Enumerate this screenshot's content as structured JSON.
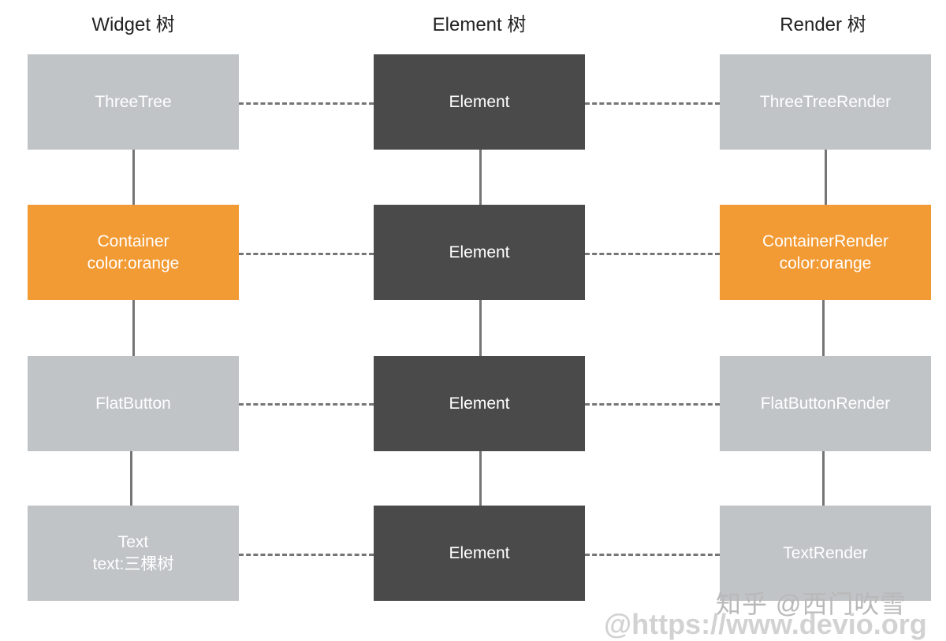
{
  "headers": {
    "widget": "Widget 树",
    "element": "Element 树",
    "render": "Render 树"
  },
  "widget_tree": [
    {
      "line1": "ThreeTree",
      "line2": ""
    },
    {
      "line1": "Container",
      "line2": "color:orange"
    },
    {
      "line1": "FlatButton",
      "line2": ""
    },
    {
      "line1": "Text",
      "line2": "text:三棵树"
    }
  ],
  "element_tree": [
    {
      "label": "Element"
    },
    {
      "label": "Element"
    },
    {
      "label": "Element"
    },
    {
      "label": "Element"
    }
  ],
  "render_tree": [
    {
      "line1": "ThreeTreeRender",
      "line2": ""
    },
    {
      "line1": "ContainerRender",
      "line2": "color:orange"
    },
    {
      "line1": "FlatButtonRender",
      "line2": ""
    },
    {
      "line1": "TextRender",
      "line2": ""
    }
  ],
  "colors": {
    "widget_default": "#c0c4c7",
    "widget_highlight": "#f29a33",
    "element": "#4a4a4a",
    "connector": "#757575"
  },
  "watermark": {
    "line1": "知乎 @西门吹雪",
    "line2": "@https://www.devio.org"
  }
}
